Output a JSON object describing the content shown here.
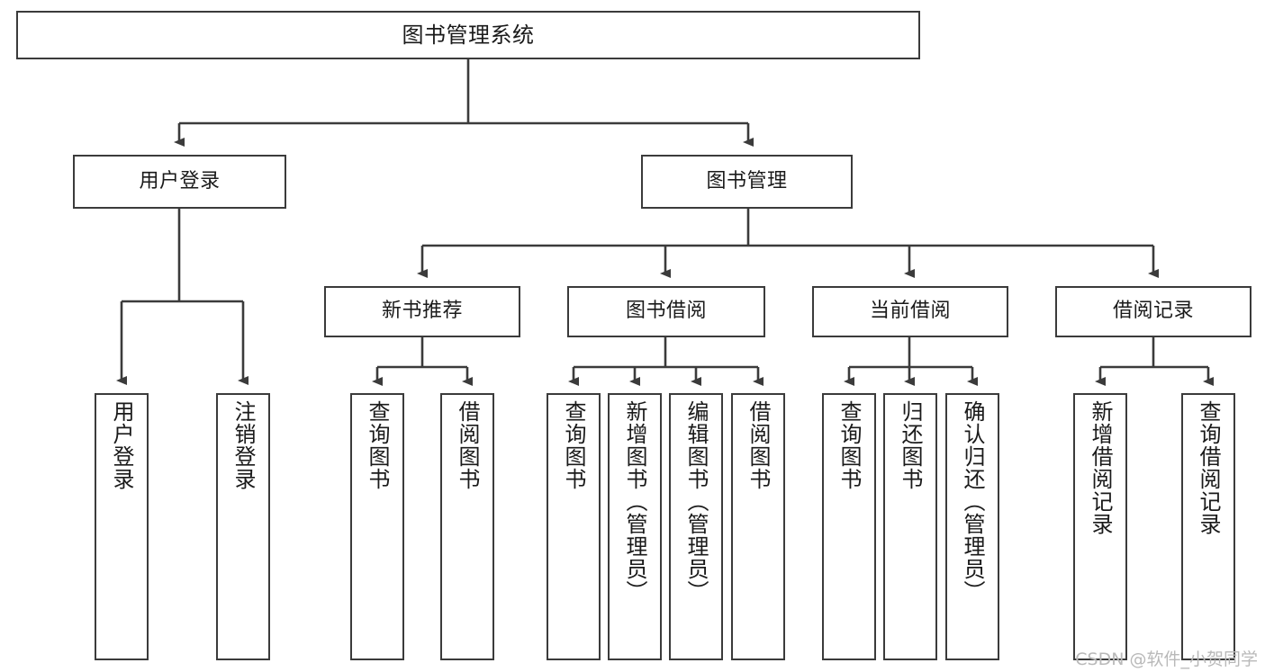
{
  "diagram": {
    "title": "图书管理系统",
    "type": "tree-hierarchy-chart",
    "line_color": "#3b3b3b",
    "box_fill": "#ffffff",
    "background": "#ffffff",
    "root": {
      "label": "图书管理系统"
    },
    "level2": [
      {
        "label": "用户登录"
      },
      {
        "label": "图书管理"
      }
    ],
    "level3": [
      {
        "label": "新书推荐"
      },
      {
        "label": "图书借阅"
      },
      {
        "label": "当前借阅"
      },
      {
        "label": "借阅记录"
      }
    ],
    "leaves": {
      "user_login": [
        {
          "label": "用户登录"
        },
        {
          "label": "注销登录"
        }
      ],
      "new_book_recommend": [
        {
          "label": "查询图书"
        },
        {
          "label": "借阅图书"
        }
      ],
      "book_borrow": [
        {
          "label": "查询图书"
        },
        {
          "label": "新增图书（管理员）"
        },
        {
          "label": "编辑图书（管理员）"
        },
        {
          "label": "借阅图书"
        }
      ],
      "current_borrow": [
        {
          "label": "查询图书"
        },
        {
          "label": "归还图书"
        },
        {
          "label": "确认归还（管理员）"
        }
      ],
      "borrow_record": [
        {
          "label": "新增借阅记录"
        },
        {
          "label": "查询借阅记录"
        }
      ]
    },
    "watermark": "CSDN @软件_小贺同学"
  }
}
